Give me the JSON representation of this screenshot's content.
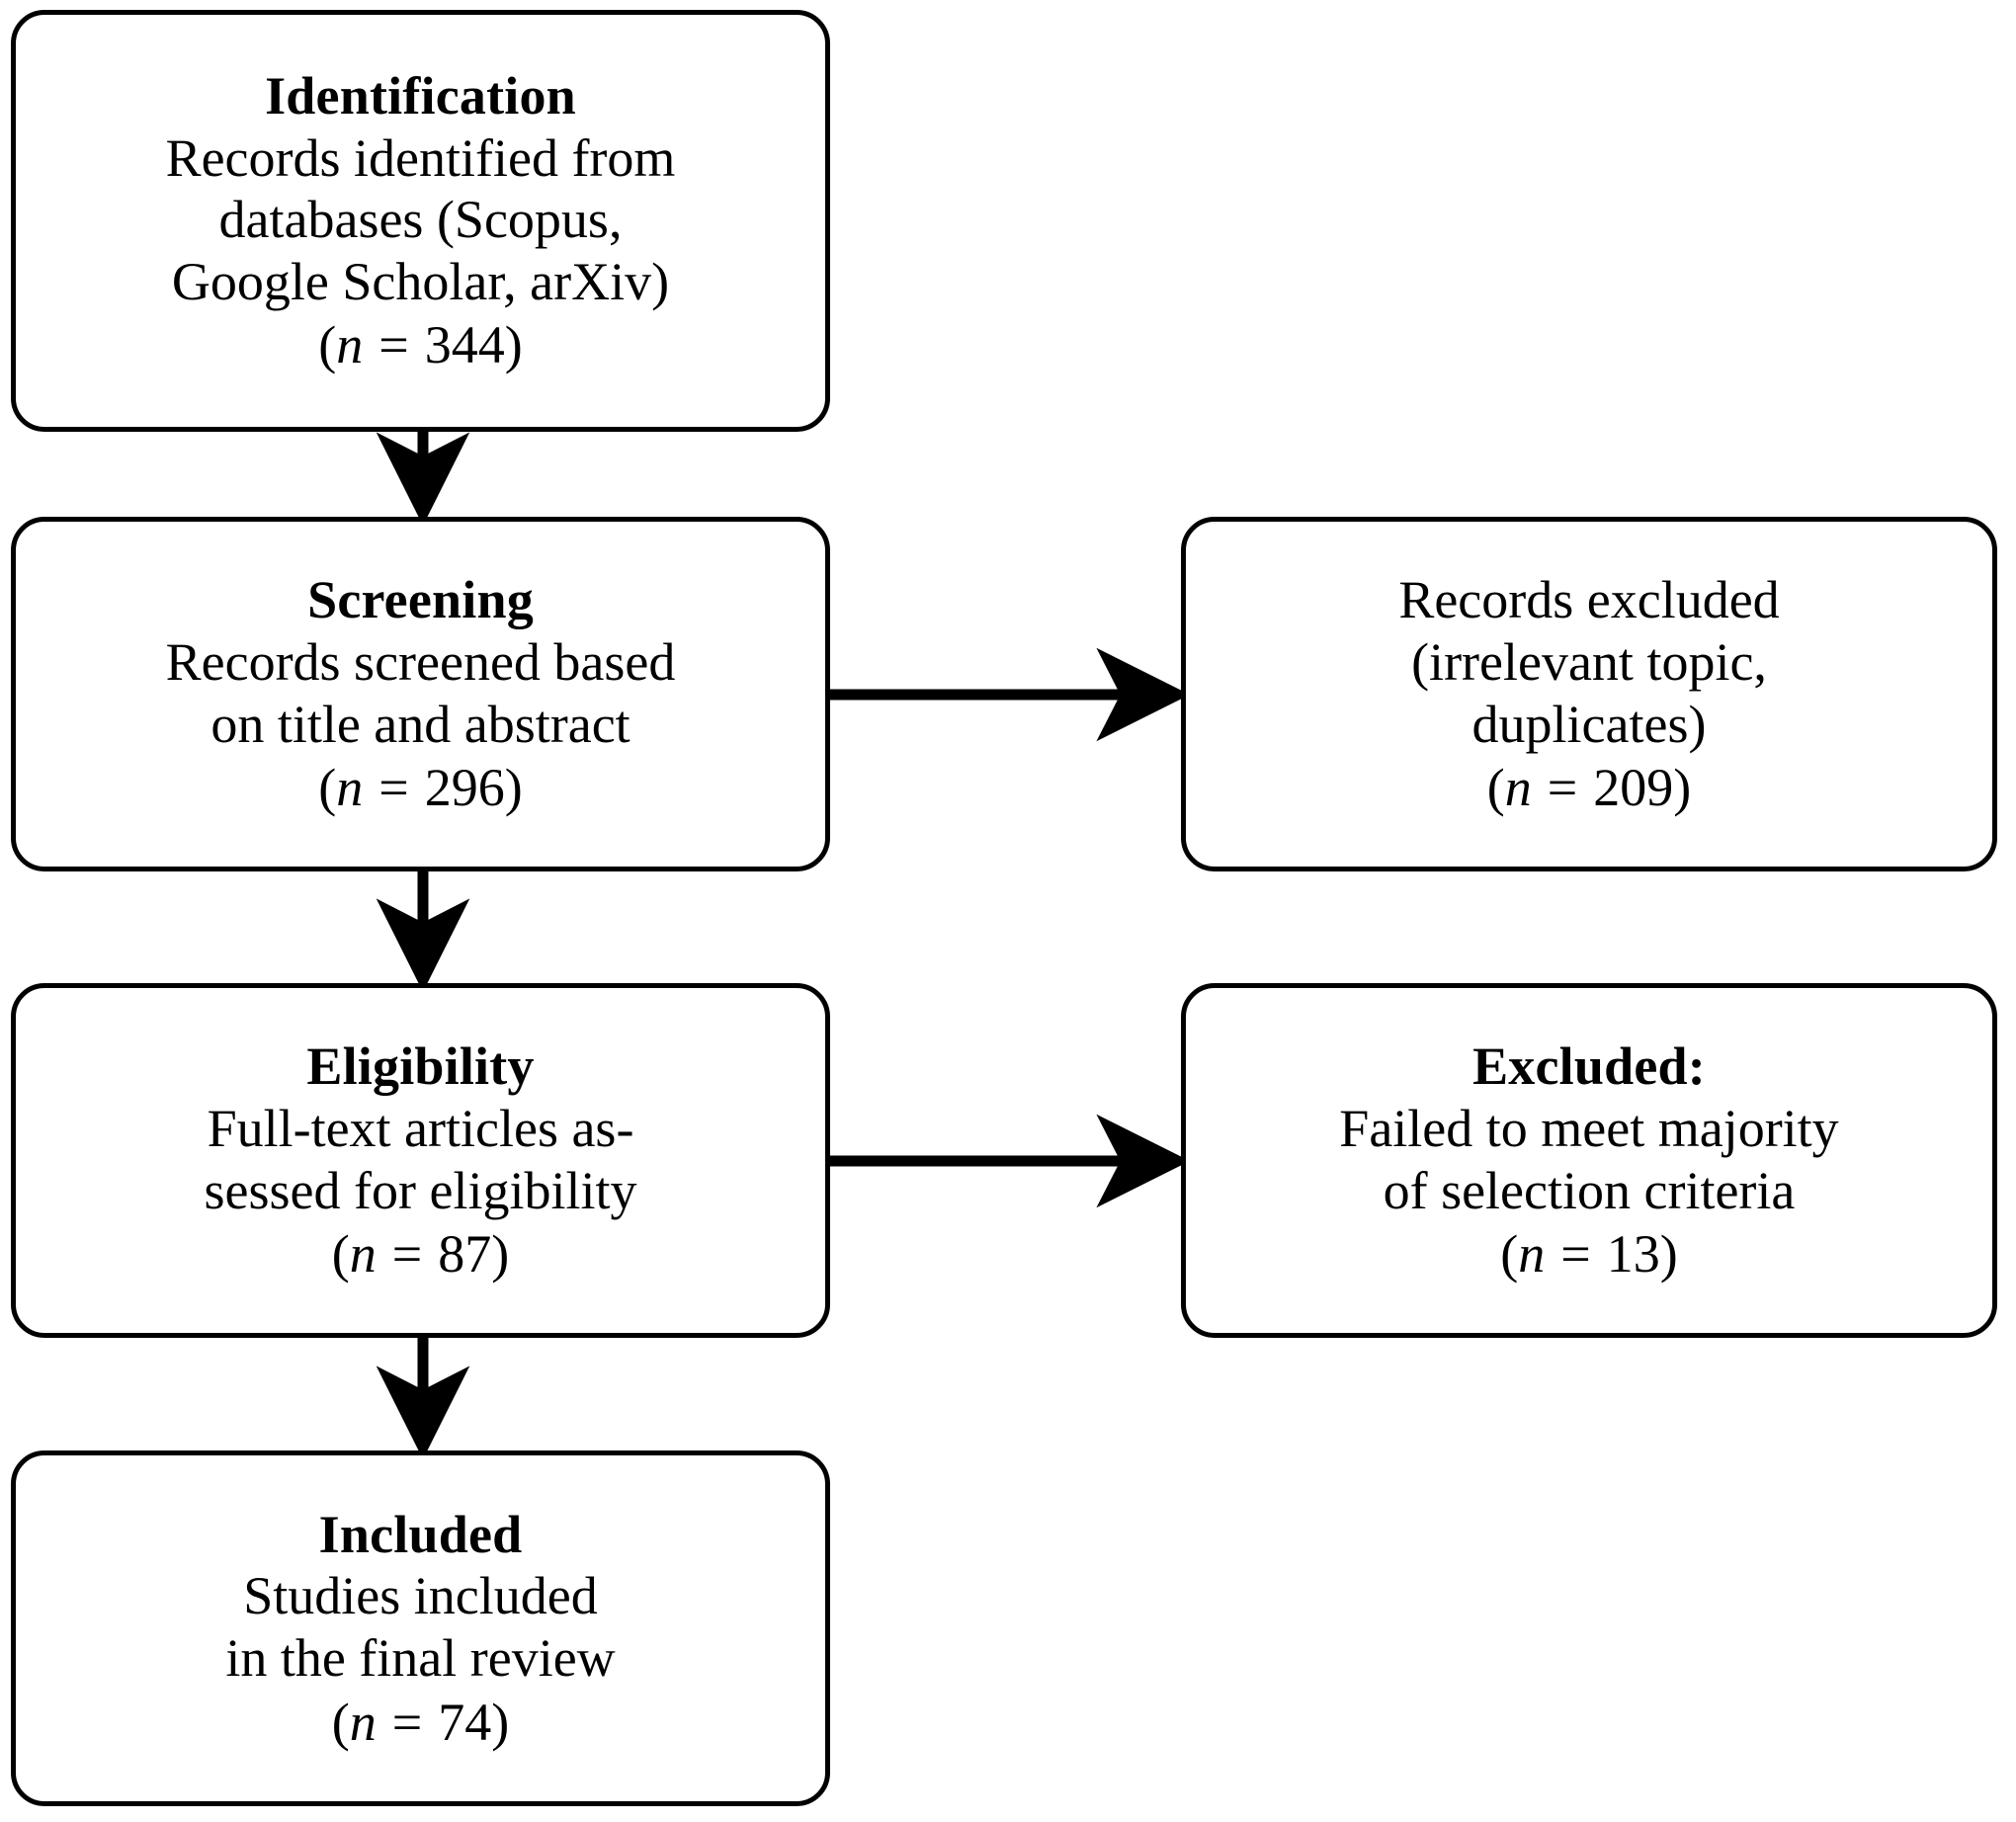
{
  "diagram": {
    "title": "PRISMA study selection flow diagram",
    "type": "flowchart",
    "stroke_color": "#000000",
    "background_color": "#ffffff"
  },
  "nodes": {
    "identification": {
      "header": "Identification",
      "line1": "Records identified from",
      "line2": "databases (Scopus,",
      "line3": "Google Scholar, arXiv)",
      "n_symbol": "n",
      "equals": "=",
      "n_value": "344",
      "open_paren": "(",
      "close_paren": ")"
    },
    "screening": {
      "header": "Screening",
      "line1": "Records screened based",
      "line2": "on title and abstract",
      "n_symbol": "n",
      "equals": "=",
      "n_value": "296",
      "open_paren": "(",
      "close_paren": ")"
    },
    "excluded_screening": {
      "line1": "Records excluded",
      "line2": "(irrelevant topic,",
      "line3": "duplicates)",
      "n_symbol": "n",
      "equals": "=",
      "n_value": "209",
      "open_paren": "(",
      "close_paren": ")"
    },
    "eligibility": {
      "header": "Eligibility",
      "line1": "Full-text articles as-",
      "line2": "sessed for eligibility",
      "n_symbol": "n",
      "equals": "=",
      "n_value": "87",
      "open_paren": "(",
      "close_paren": ")"
    },
    "excluded_eligibility": {
      "header": "Excluded:",
      "line1": "Failed to meet majority",
      "line2": "of selection criteria",
      "n_symbol": "n",
      "equals": "=",
      "n_value": "13",
      "open_paren": "(",
      "close_paren": ")"
    },
    "included": {
      "header": "Included",
      "line1": "Studies included",
      "line2": "in the final review",
      "n_symbol": "n",
      "equals": "=",
      "n_value": "74",
      "open_paren": "(",
      "close_paren": ")"
    }
  },
  "edges": [
    {
      "name": "identification-to-screening",
      "direction": "down"
    },
    {
      "name": "screening-to-eligibility",
      "direction": "down"
    },
    {
      "name": "eligibility-to-included",
      "direction": "down"
    },
    {
      "name": "screening-to-excluded",
      "direction": "right"
    },
    {
      "name": "eligibility-to-excluded",
      "direction": "right"
    }
  ],
  "chart_data": {
    "type": "flow",
    "title": "PRISMA study selection flow",
    "stages": [
      {
        "stage": "Identification",
        "label": "Records identified from databases (Scopus, Google Scholar, arXiv)",
        "n": 344
      },
      {
        "stage": "Screening",
        "label": "Records screened based on title and abstract",
        "n": 296
      },
      {
        "stage": "Eligibility",
        "label": "Full-text articles assessed for eligibility",
        "n": 87
      },
      {
        "stage": "Included",
        "label": "Studies included in the final review",
        "n": 74
      }
    ],
    "exclusions": [
      {
        "from": "Screening",
        "label": "Records excluded (irrelevant topic, duplicates)",
        "n": 209
      },
      {
        "from": "Eligibility",
        "label": "Excluded: Failed to meet majority of selection criteria",
        "n": 13
      }
    ]
  }
}
